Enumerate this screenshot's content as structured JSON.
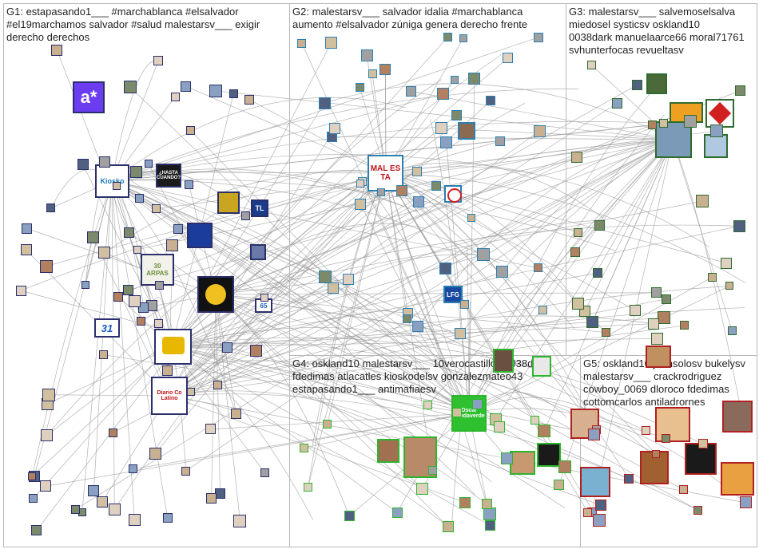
{
  "groups": [
    {
      "id": "G1",
      "label_lines": [
        "G1: estapasando1___ #marchablanca #elsalvador",
        "#el19marchamos salvador #salud malestarsv___ exigir",
        "derecho derechos"
      ]
    },
    {
      "id": "G2",
      "label_lines": [
        "G2: malestarsv___ salvador idalia #marchablanca",
        "aumento #elsalvador zúniga genera derecho frente"
      ]
    },
    {
      "id": "G3",
      "label_lines": [
        "G3: malestarsv___ salvemoselsalva",
        "miedosel systicsv oskland10",
        "0038dark manuelaarce66 moral71761",
        "svhunterfocas revueltasv"
      ]
    },
    {
      "id": "G4",
      "label_lines": [
        "G4: oskland10 malestarsv___ 10verocastillos 0038dark",
        "fdedimas atlacatles kioskodelsv gonzalezmateo43",
        "estapasando1___ antimafiaesv"
      ]
    },
    {
      "id": "G5",
      "label_lines": [
        "G5: oskland10 juansolosv bukelysv",
        "malestarsv___ crackrodriguez",
        "cowboy_0069 dloroco fdedimas",
        "cottomcarlos antiladrornes"
      ]
    }
  ],
  "hubs": {
    "a_star": "a*",
    "kiosko": "Kiosko",
    "hasta_cuando": "¿HASTA CUANDO?",
    "arpas": "30 ARPAS",
    "tl": "TL",
    "diario": "Diario Co Latino",
    "malestar": "MAL ES TA",
    "lfg": "LFG",
    "oscar": "Oscar Landaverde",
    "num31": "31",
    "num65": "65"
  },
  "colors": {
    "edge": "#9a9a9a",
    "g1": "#2a2f6b",
    "g2": "#2b7fb3",
    "g3": "#2e6b2e",
    "g4": "#2db52d",
    "g5": "#b02020"
  }
}
